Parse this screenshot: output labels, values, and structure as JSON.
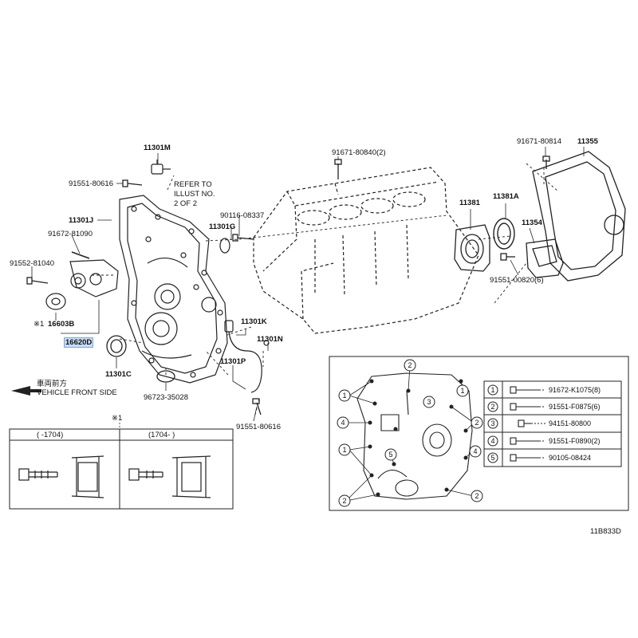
{
  "labels": {
    "p11301M": "11301M",
    "refer1": "REFER TO",
    "refer2": "ILLUST NO.",
    "refer3": "2 OF 2",
    "p91551_80616a": "91551-80616",
    "p11301J": "11301J",
    "p91672_81090": "91672-81090",
    "p91552_81040": "91552-81040",
    "p90116_08337": "90116-08337",
    "p11301G": "11301G",
    "p91671_80840": "91671-80840(2)",
    "p11381": "11381",
    "p11381A": "11381A",
    "p11354": "11354",
    "p91671_80814": "91671-80814",
    "p11355": "11355",
    "p91551_00820": "91551-00820(6)",
    "p16603B": "16603B",
    "mark1": "※1",
    "p16620D": "16620D",
    "p11301K": "11301K",
    "p11301N": "11301N",
    "p11301P": "11301P",
    "p11301C": "11301C",
    "p96723_35028": "96723-35028",
    "p91551_80616b": "91551-80616",
    "front_jp": "車両前方",
    "front_en": "VEHICLE FRONT SIDE",
    "mark2": "※1",
    "code": "11B833D"
  },
  "inset_left": {
    "col1": "(    -1704)",
    "col2": "(1704-    )"
  },
  "legend": [
    {
      "num": "1",
      "part": "91672-K1075(8)"
    },
    {
      "num": "2",
      "part": "91551-F0875(6)"
    },
    {
      "num": "3",
      "part": "94151-80800"
    },
    {
      "num": "4",
      "part": "91551-F0890(2)"
    },
    {
      "num": "5",
      "part": "90105-08424"
    }
  ],
  "highlight_color": "#c9ddf5"
}
